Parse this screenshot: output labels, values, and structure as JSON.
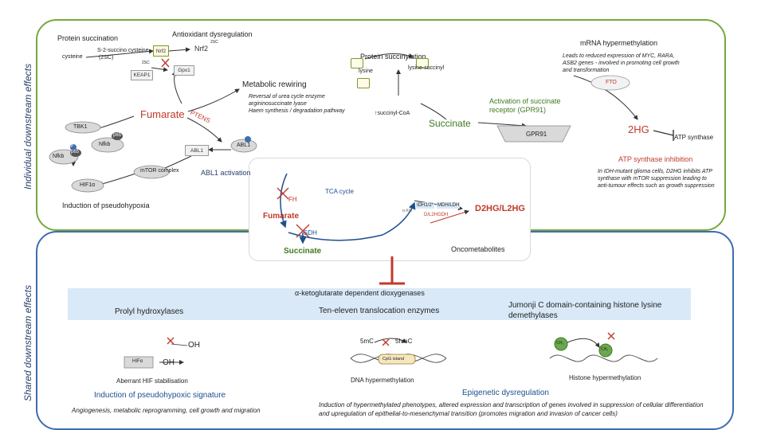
{
  "side_labels": {
    "top": "Individual downstream effects",
    "bottom": "Shared downstream effects"
  },
  "top": {
    "protein_succination": "Protein succination",
    "antioxidant": "Antioxidant dysregulation",
    "cysteine": "cysteine",
    "s2sc": "S-2-succino cysteine",
    "s2sc_abbr": "(2SC)",
    "tag_2sc_1": "2SC",
    "tag_2sc_2": "2SC",
    "nrf2": "Nrf2",
    "keap1": "KEAP1",
    "gpx1": "Gpx1",
    "fumarate": "Fumarate",
    "ptens": "PTENS",
    "metabolic_rewiring": "Metabolic rewiring",
    "rewiring_bullets": [
      "Reversal of urea cycle enzyme argininosuccinate lyase",
      "Haem synthesis / degradation pathway"
    ],
    "tbk1": "TBK1",
    "p65_1": "p65",
    "p65_2": "p65",
    "nfkb_1": "Nfkb",
    "nfkb_2": "Nfkb",
    "p_mark": "P",
    "abl1_box": "ABL1",
    "abl1": "ABL1",
    "mtor": "mTOR complex",
    "abl1_activation": "ABL1 activation",
    "hif1a": "HIF1α",
    "pseudohypoxia": "Induction of pseudohypoxia",
    "protein_succinylation": "Protein succinylation",
    "lysine": "lysine",
    "lysine_succinyl": "lysine-succinyl",
    "succinyl_coa": "↑succinyl-CoA",
    "succinate": "Succinate",
    "gpr91_activation": "Activation of succinate receptor (GPR91)",
    "gpr91": "GPR91",
    "mrna_title": "mRNA hypermethylation",
    "mrna_desc": "Leads to reduced expression of MYC, RARA, ASB2 genes - involved in promoting cell growth and transformation",
    "fto": "FTO",
    "twohg": "2HG",
    "atp_synthase": "ATP synthase",
    "atp_inhibition": "ATP synthase inhibition",
    "atp_desc": "In IDH-mutant glioma cells, D2HG inhibits ATP synthase with mTOR suppression leading to anti-tumour effects such as growth suppression"
  },
  "tca": {
    "tca_cycle": "TCA cycle",
    "fh": "FH",
    "fumarate": "Fumarate",
    "sdh": "SDH",
    "succinate": "Succinate",
    "idh": "IDH1/2*",
    "mdh": "MDH/LDH",
    "d2hgdh": "D/L2HGDH",
    "a_kg": "α-KG",
    "d2hg": "D2HG/L2HG",
    "oncometabolites": "Oncometabolites"
  },
  "bottom": {
    "akg_dioxygenases": "α-ketoglutarate dependent dioxygenases",
    "prolyl": "Prolyl hydroxylases",
    "tet": "Ten-eleven translocation enzymes",
    "jumonji": "Jumonji C domain-containing histone lysine demethylases",
    "oh1": "OH",
    "oh2": "OH",
    "hif_box": "HIFα",
    "aberrant": "Aberrant HIF stabilisation",
    "pseudohypoxic": "Induction of pseudohypoxic signature",
    "pseudo_desc": "Angiogenesis, metabolic reprogramming, cell growth and migration",
    "5mc": "5mC",
    "5hmc": "5hmC",
    "cpg": "CpG island",
    "dna_hyper": "DNA hypermethylation",
    "ch3_1": "CH₃",
    "ch3_2": "CH₃",
    "histone_hyper": "Histone hypermethylation",
    "epigenetic": "Epigenetic dysregulation",
    "epi_desc": "Induction of hypermethylated phenotypes, altered expression and transcription of genes involved in suppression of cellular differentiation and upregulation of epithelial-to-mesenchymal transition (promotes migration and invasion of cancer cells)"
  }
}
